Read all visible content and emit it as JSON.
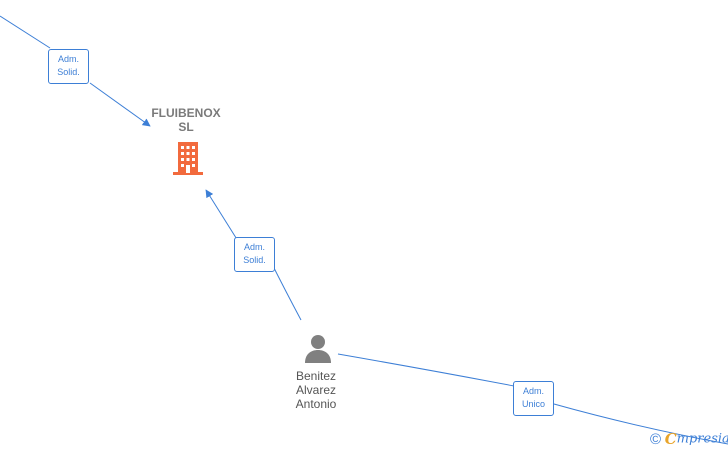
{
  "colors": {
    "edge": "#3d7fd6",
    "company_icon": "#f26a3d",
    "person_icon": "#808080",
    "company_text": "#7a7a7a",
    "person_text": "#555555"
  },
  "company": {
    "name_line1": "FLUIBENOX",
    "name_line2": "SL",
    "icon": "building-icon"
  },
  "person": {
    "name_line1": "Benitez",
    "name_line2": "Alvarez",
    "name_line3": "Antonio",
    "icon": "person-icon"
  },
  "edges": [
    {
      "label_line1": "Adm.",
      "label_line2": "Solid."
    },
    {
      "label_line1": "Adm.",
      "label_line2": "Solid."
    },
    {
      "label_line1": "Adm.",
      "label_line2": "Unico"
    }
  ],
  "watermark": {
    "copyright": "©",
    "brand_first": "C",
    "brand_rest": "mpresia"
  }
}
